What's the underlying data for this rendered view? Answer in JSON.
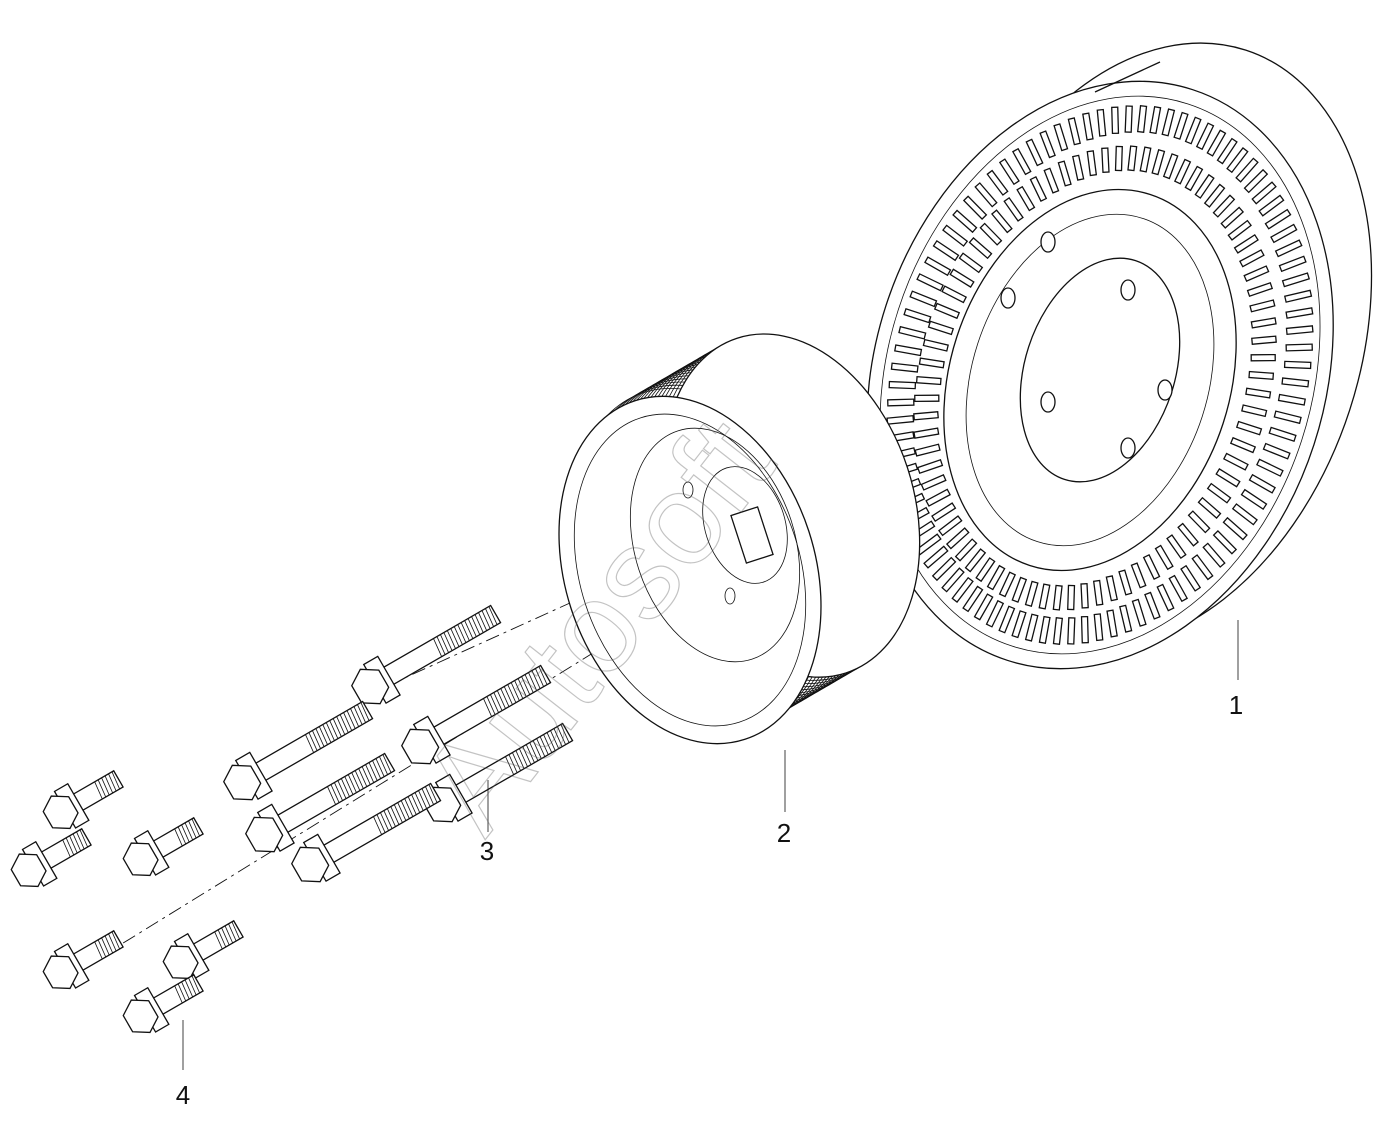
{
  "callouts": [
    {
      "id": "1",
      "label": "1",
      "part": "damper"
    },
    {
      "id": "2",
      "label": "2",
      "part": "pulley"
    },
    {
      "id": "3",
      "label": "3",
      "part": "long-bolts"
    },
    {
      "id": "4",
      "label": "4",
      "part": "short-bolts"
    }
  ],
  "watermark": "Autosoft",
  "colors": {
    "line": "#111111",
    "background": "#ffffff"
  }
}
